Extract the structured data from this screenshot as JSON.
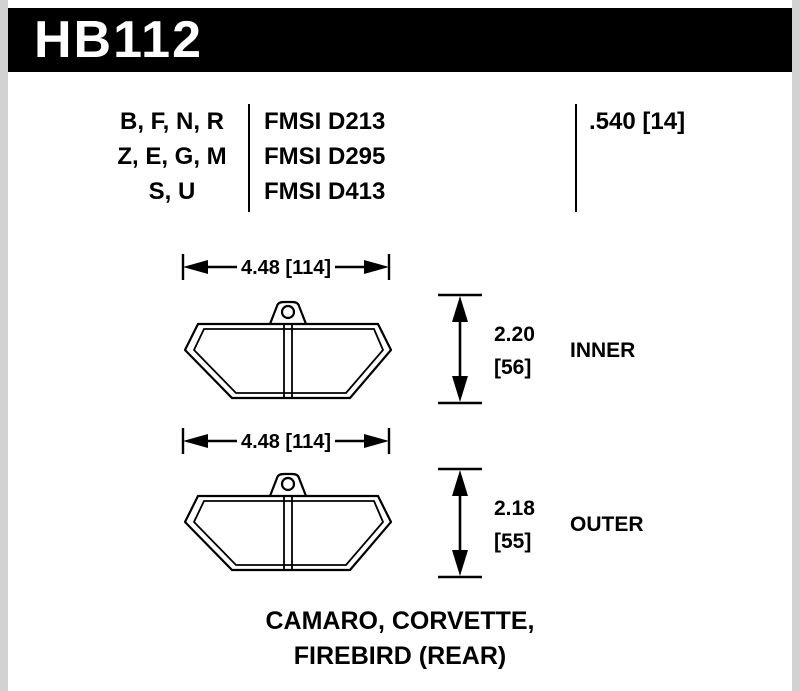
{
  "header": {
    "part_number": "HB112"
  },
  "spec_table": {
    "compounds": [
      "B, F, N, R",
      "Z, E, G, M",
      "S, U"
    ],
    "fmsi": [
      "FMSI D213",
      "FMSI D295",
      "FMSI D413"
    ],
    "thickness": ".540 [14]"
  },
  "inner_pad": {
    "width": "4.48 [114]",
    "height_value": "2.20",
    "height_mm": "[56]",
    "label": "INNER"
  },
  "outer_pad": {
    "width": "4.48 [114]",
    "height_value": "2.18",
    "height_mm": "[55]",
    "label": "OUTER"
  },
  "application": {
    "line1": "CAMARO, CORVETTE,",
    "line2": "FIREBIRD (REAR)"
  },
  "colors": {
    "bar_bg": "#000000",
    "bar_fg": "#ffffff",
    "line": "#000000",
    "edge_strip": "#d2d2d2"
  }
}
